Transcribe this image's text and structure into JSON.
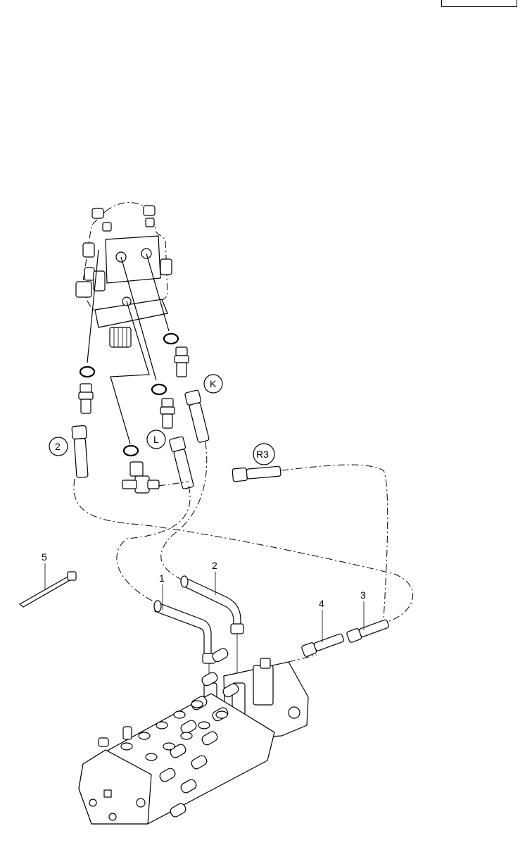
{
  "page_ref": "",
  "labels": {
    "item_1": "1",
    "item_2": "2",
    "item_2_circle": "2",
    "item_3": "3",
    "item_4": "4",
    "item_5": "5",
    "port_k": "K",
    "port_l": "L",
    "port_r3": "R3"
  }
}
